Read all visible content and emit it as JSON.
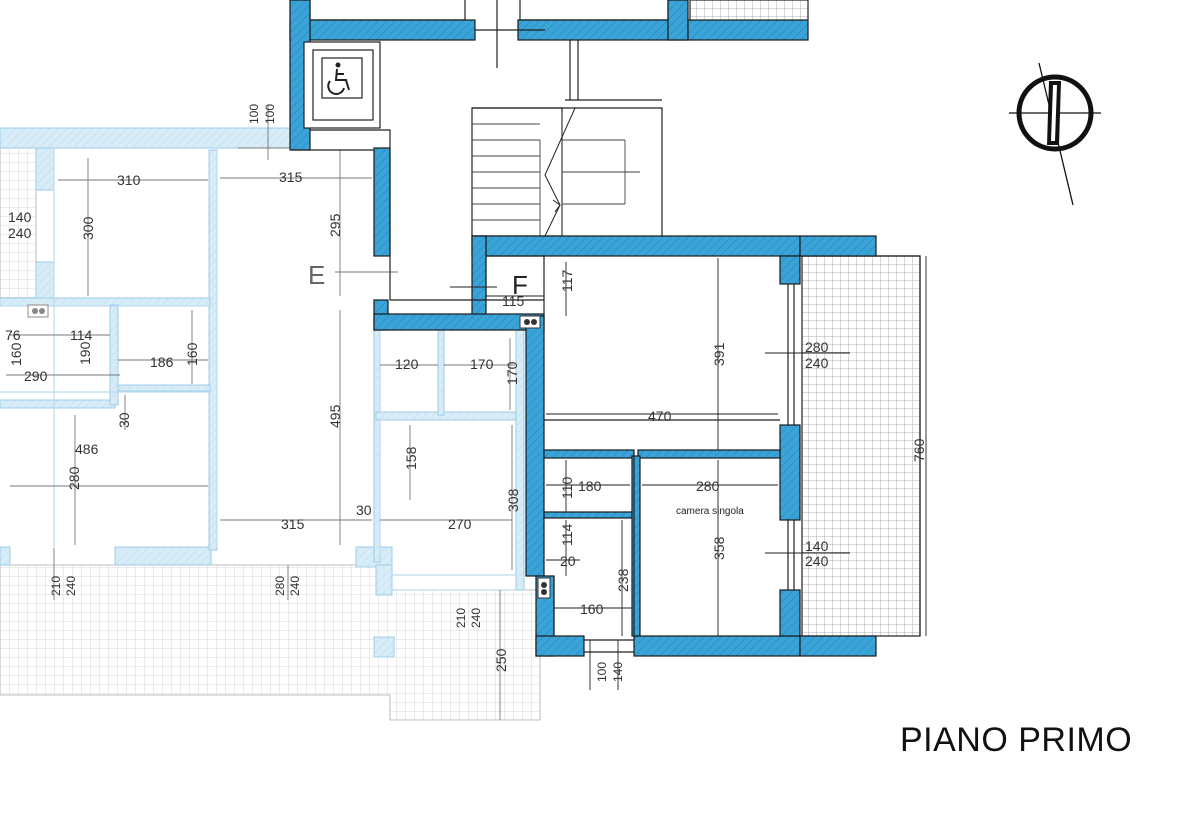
{
  "title": "PIANO PRIMO",
  "room_letters": {
    "e": "E",
    "f": "F"
  },
  "room_label": "camera singola",
  "icons": [
    "accessibility-icon",
    "north-arrow-icon"
  ],
  "colors": {
    "wall_fill": "#3aa3d8",
    "wall_fill_light": "#d7ecf7",
    "tile_line": "#b8b8b8",
    "line": "#222222"
  },
  "dimensions": {
    "left_flat": {
      "d310": "310",
      "d315_top": "315",
      "d300": "300",
      "d295": "295",
      "d140a": "140",
      "d240a": "240",
      "d100a": "100",
      "d100b": "100",
      "d76": "76",
      "d114": "114",
      "d160a": "160",
      "d190": "190",
      "d186": "186",
      "d160b": "160",
      "d290": "290",
      "d30a": "30",
      "d486": "486",
      "d280a": "280",
      "d495": "495",
      "d315_bot": "315",
      "d30b": "30",
      "d120": "120",
      "d170a": "170",
      "d170b": "170",
      "d158": "158",
      "d270": "270",
      "d308": "308",
      "d210a": "210",
      "d240b": "240",
      "d280b": "280",
      "d240c": "240",
      "d210b": "210",
      "d240d": "240",
      "d250": "250"
    },
    "right_flat": {
      "d117": "117",
      "d115": "115",
      "d391": "391",
      "d470": "470",
      "d280c": "280",
      "d240e": "240",
      "d760": "760",
      "d110": "110",
      "d180": "180",
      "d280d": "280",
      "d358": "358",
      "d140b": "140",
      "d240f": "240",
      "d114b": "114",
      "d20": "20",
      "d238": "238",
      "d160c": "160",
      "d100c": "100",
      "d140c": "140"
    }
  }
}
